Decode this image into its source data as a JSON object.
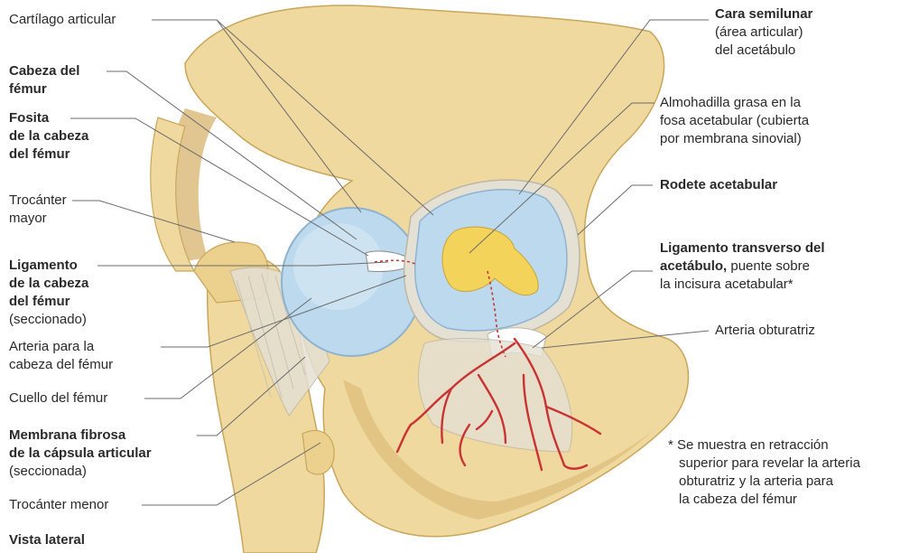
{
  "labels": {
    "cartilago": "Cartílago articular",
    "cabeza_femur": [
      "Cabeza del",
      "fémur"
    ],
    "fosita": [
      "Fosita",
      "de la cabeza",
      "del fémur"
    ],
    "trocanter_mayor": [
      "Trocánter",
      "mayor"
    ],
    "ligamento_cabeza": [
      "Ligamento",
      "de la cabeza",
      "del fémur"
    ],
    "ligamento_cabeza_note": "(seccionado)",
    "arteria_cabeza": [
      "Arteria para la",
      "cabeza del fémur"
    ],
    "cuello": "Cuello del fémur",
    "membrana": [
      "Membrana fibrosa",
      "de la cápsula articular"
    ],
    "membrana_note": "(seccionada)",
    "trocanter_menor": "Trocánter menor",
    "vista": "Vista lateral",
    "cara_semilunar": "Cara semilunar",
    "cara_semilunar_sub": [
      "(área articular)",
      "del acetábulo"
    ],
    "almohadilla": [
      "Almohadilla grasa en la",
      "fosa acetabular (cubierta",
      "por membrana sinovial)"
    ],
    "rodete": "Rodete acetabular",
    "ligamento_transverso": "Ligamento transverso del",
    "ligamento_transverso_2b": "acetábulo,",
    "ligamento_transverso_2n": " puente sobre",
    "ligamento_transverso_3": "la incisura acetabular*",
    "arteria_obturatriz": "Arteria obturatriz",
    "footnote": [
      "* Se muestra en retracción",
      "superior para revelar la arteria",
      "obturatriz y la arteria para",
      "la cabeza del fémur"
    ]
  },
  "colors": {
    "bone": "#f0d99e",
    "bone_shade": "#d9b875",
    "cartilage": "#bcd9ee",
    "fat_pad": "#f3d35a",
    "artery": "#c93333",
    "ligament": "#e4e0d4",
    "leader": "#6b6b6b"
  }
}
